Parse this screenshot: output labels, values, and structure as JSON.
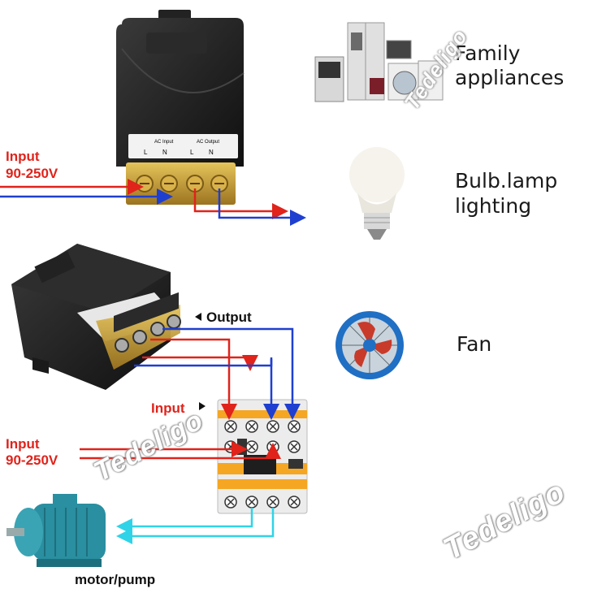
{
  "top_section": {
    "input_label_line1": "Input",
    "input_label_line2": "90-250V",
    "terminal_input_group": "AC Input",
    "terminal_output_group": "AC Output",
    "terminal_l": "L",
    "terminal_n": "N"
  },
  "bottom_section": {
    "output_label": "Output",
    "contactor_input_label": "Input",
    "input_label_line1": "Input",
    "input_label_line2": "90-250V",
    "motor_label": "motor/pump"
  },
  "appliances": [
    {
      "label_line1": "Family",
      "label_line2": "appliances",
      "icon": "home-appliances-icon"
    },
    {
      "label_line1": "Bulb.lamp",
      "label_line2": "lighting",
      "icon": "light-bulb-icon"
    },
    {
      "label_line1": "Fan",
      "label_line2": "",
      "icon": "fan-icon"
    }
  ],
  "watermark": {
    "text": "Tedeligo"
  },
  "colors": {
    "live_wire": "#e0231b",
    "neutral_wire": "#1f3fd0",
    "motor_wire": "#2fd3e8",
    "device_body": "#1c1c1c",
    "terminal_brass": "#c9a23a",
    "contactor_orange": "#f5a623",
    "motor_teal": "#2a8fa0",
    "fan_blue": "#1f6fc4"
  }
}
